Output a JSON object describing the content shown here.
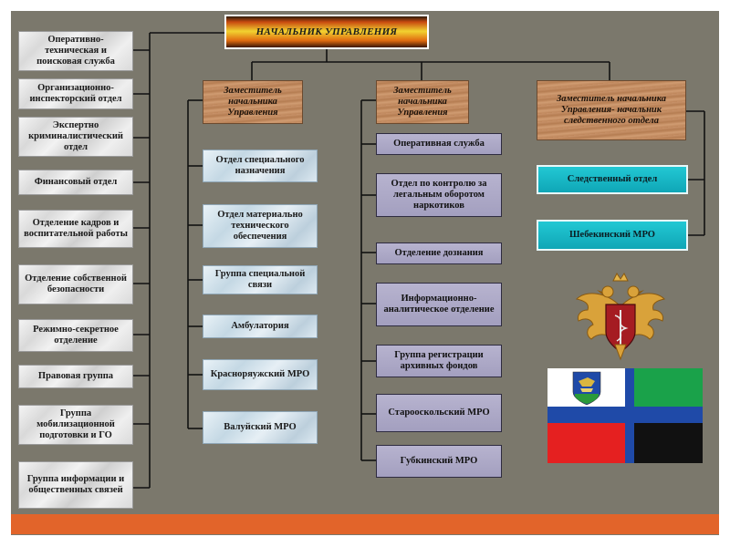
{
  "header": {
    "title": "НАЧАЛЬНИК УПРАВЛЕНИЯ"
  },
  "deputies": [
    {
      "label": "Заместитель начальника Управления"
    },
    {
      "label": "Заместитель начальника Управления"
    },
    {
      "label": "Заместитель начальника Управления- начальник следственного отдела"
    }
  ],
  "left_units": [
    {
      "label": "Оперативно- техническая и поисковая служба"
    },
    {
      "label": "Организационно- инспекторский отдел"
    },
    {
      "label": "Экспертно криминалистический отдел"
    },
    {
      "label": "Финансовый отдел"
    },
    {
      "label": "Отделение кадров и воспитательной работы"
    },
    {
      "label": "Отделение собственной безопасности"
    },
    {
      "label": "Режимно-секретное отделение"
    },
    {
      "label": "Правовая группа"
    },
    {
      "label": "Группа мобилизационной подготовки и ГО"
    },
    {
      "label": "Группа информации и общественных связей"
    }
  ],
  "deputy1_units": [
    {
      "label": "Отдел специального назначения"
    },
    {
      "label": "Отдел материально технического обеспечения"
    },
    {
      "label": "Группа специальной связи"
    },
    {
      "label": "Амбулатория"
    },
    {
      "label": "Красноряужский МРО"
    },
    {
      "label": "Валуйский МРО"
    }
  ],
  "deputy2_units": [
    {
      "label": "Оперативная служба"
    },
    {
      "label": "Отдел по контролю за легальным оборотом наркотиков"
    },
    {
      "label": "Отделение дознания"
    },
    {
      "label": "Информационно- аналитическое отделение"
    },
    {
      "label": "Группа регистрации архивных фондов"
    },
    {
      "label": "Старооскольский МРО"
    },
    {
      "label": "Губкинский МРО"
    }
  ],
  "deputy3_units": [
    {
      "label": "Следственный отдел"
    },
    {
      "label": "Шебекинский МРО"
    }
  ],
  "emblem": {
    "icon": "double-headed-eagle-emblem-icon"
  },
  "flag": {
    "icon": "belgorod-region-flag-icon",
    "colors": [
      "#ffffff",
      "#1aa24a",
      "#1f4aa8",
      "#e52020",
      "#111111"
    ]
  },
  "colors": {
    "background": "#7b786c",
    "footer": "#e2642a",
    "connector": "#111111"
  }
}
